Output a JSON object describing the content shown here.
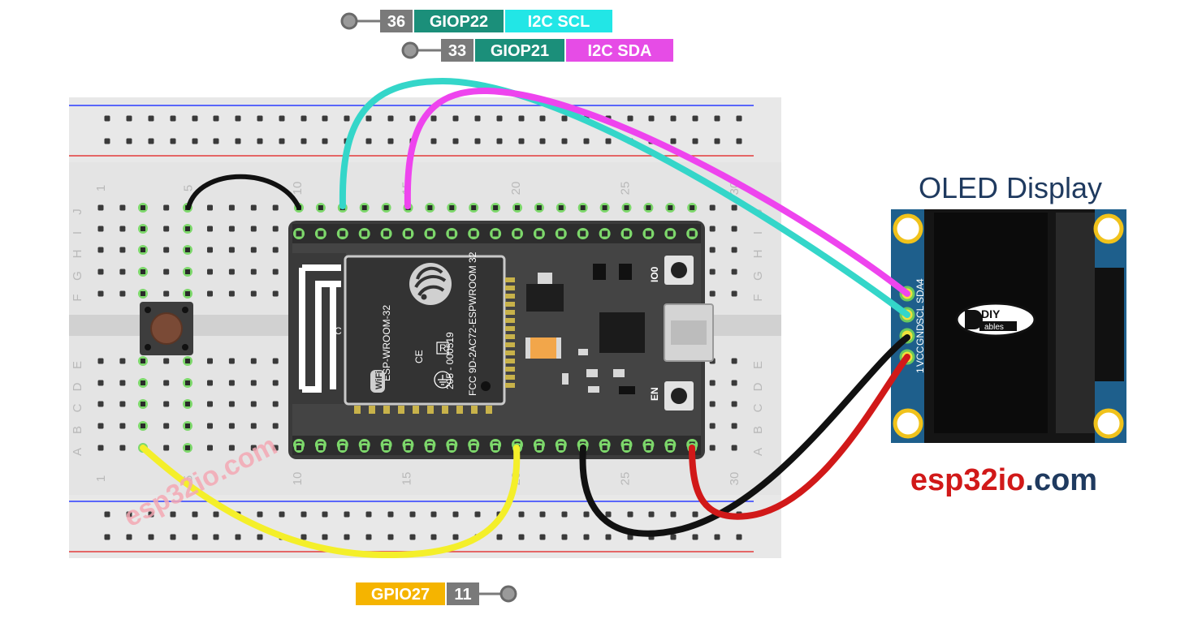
{
  "oled": {
    "title": "OLED Display",
    "pins": [
      "SDA",
      "SCL",
      "GND",
      "VCC"
    ],
    "pin_first": "1",
    "pin_last": "4",
    "logo_text": "DIY",
    "logo_sub": "ables"
  },
  "labels": {
    "scl": {
      "pin": "36",
      "gpio": "GIOP22",
      "func": "I2C SCL"
    },
    "sda": {
      "pin": "33",
      "gpio": "GIOP21",
      "func": "I2C SDA"
    },
    "btn": {
      "gpio": "GPIO27",
      "pin": "11"
    }
  },
  "breadboard": {
    "rows": [
      "J",
      "I",
      "H",
      "G",
      "F",
      "E",
      "D",
      "C",
      "B",
      "A"
    ],
    "col_numbers": [
      "1",
      "5",
      "10",
      "15",
      "20",
      "25",
      "30"
    ]
  },
  "esp32": {
    "module_name": "ESP-WROOM-32",
    "module_code": "205 - 000519",
    "fcc": "FCC 9D-2AC72-ESPWROOM 32",
    "btn_io0": "IO0",
    "btn_en": "EN",
    "wifi": "WiFi",
    "ce": "CE",
    "r_mark": "R",
    "c_mark": "C"
  },
  "brand": {
    "part1": "esp32",
    "part2": "io",
    "part3": ".com"
  },
  "watermark": "esp32io.com",
  "colors": {
    "scl_wire": "#34d6c9",
    "sda_wire": "#ee44ee",
    "btn_wire": "#f4ef2a",
    "gnd_wire": "#111111",
    "vcc_wire": "#d11919",
    "gpio_label": "#1b8f7a",
    "scl_label": "#22e6e6",
    "sda_label": "#e64ce6",
    "btn_label": "#f5b400",
    "pin_label": "#7a7a7a",
    "oled_board": "#1e5f8c"
  }
}
